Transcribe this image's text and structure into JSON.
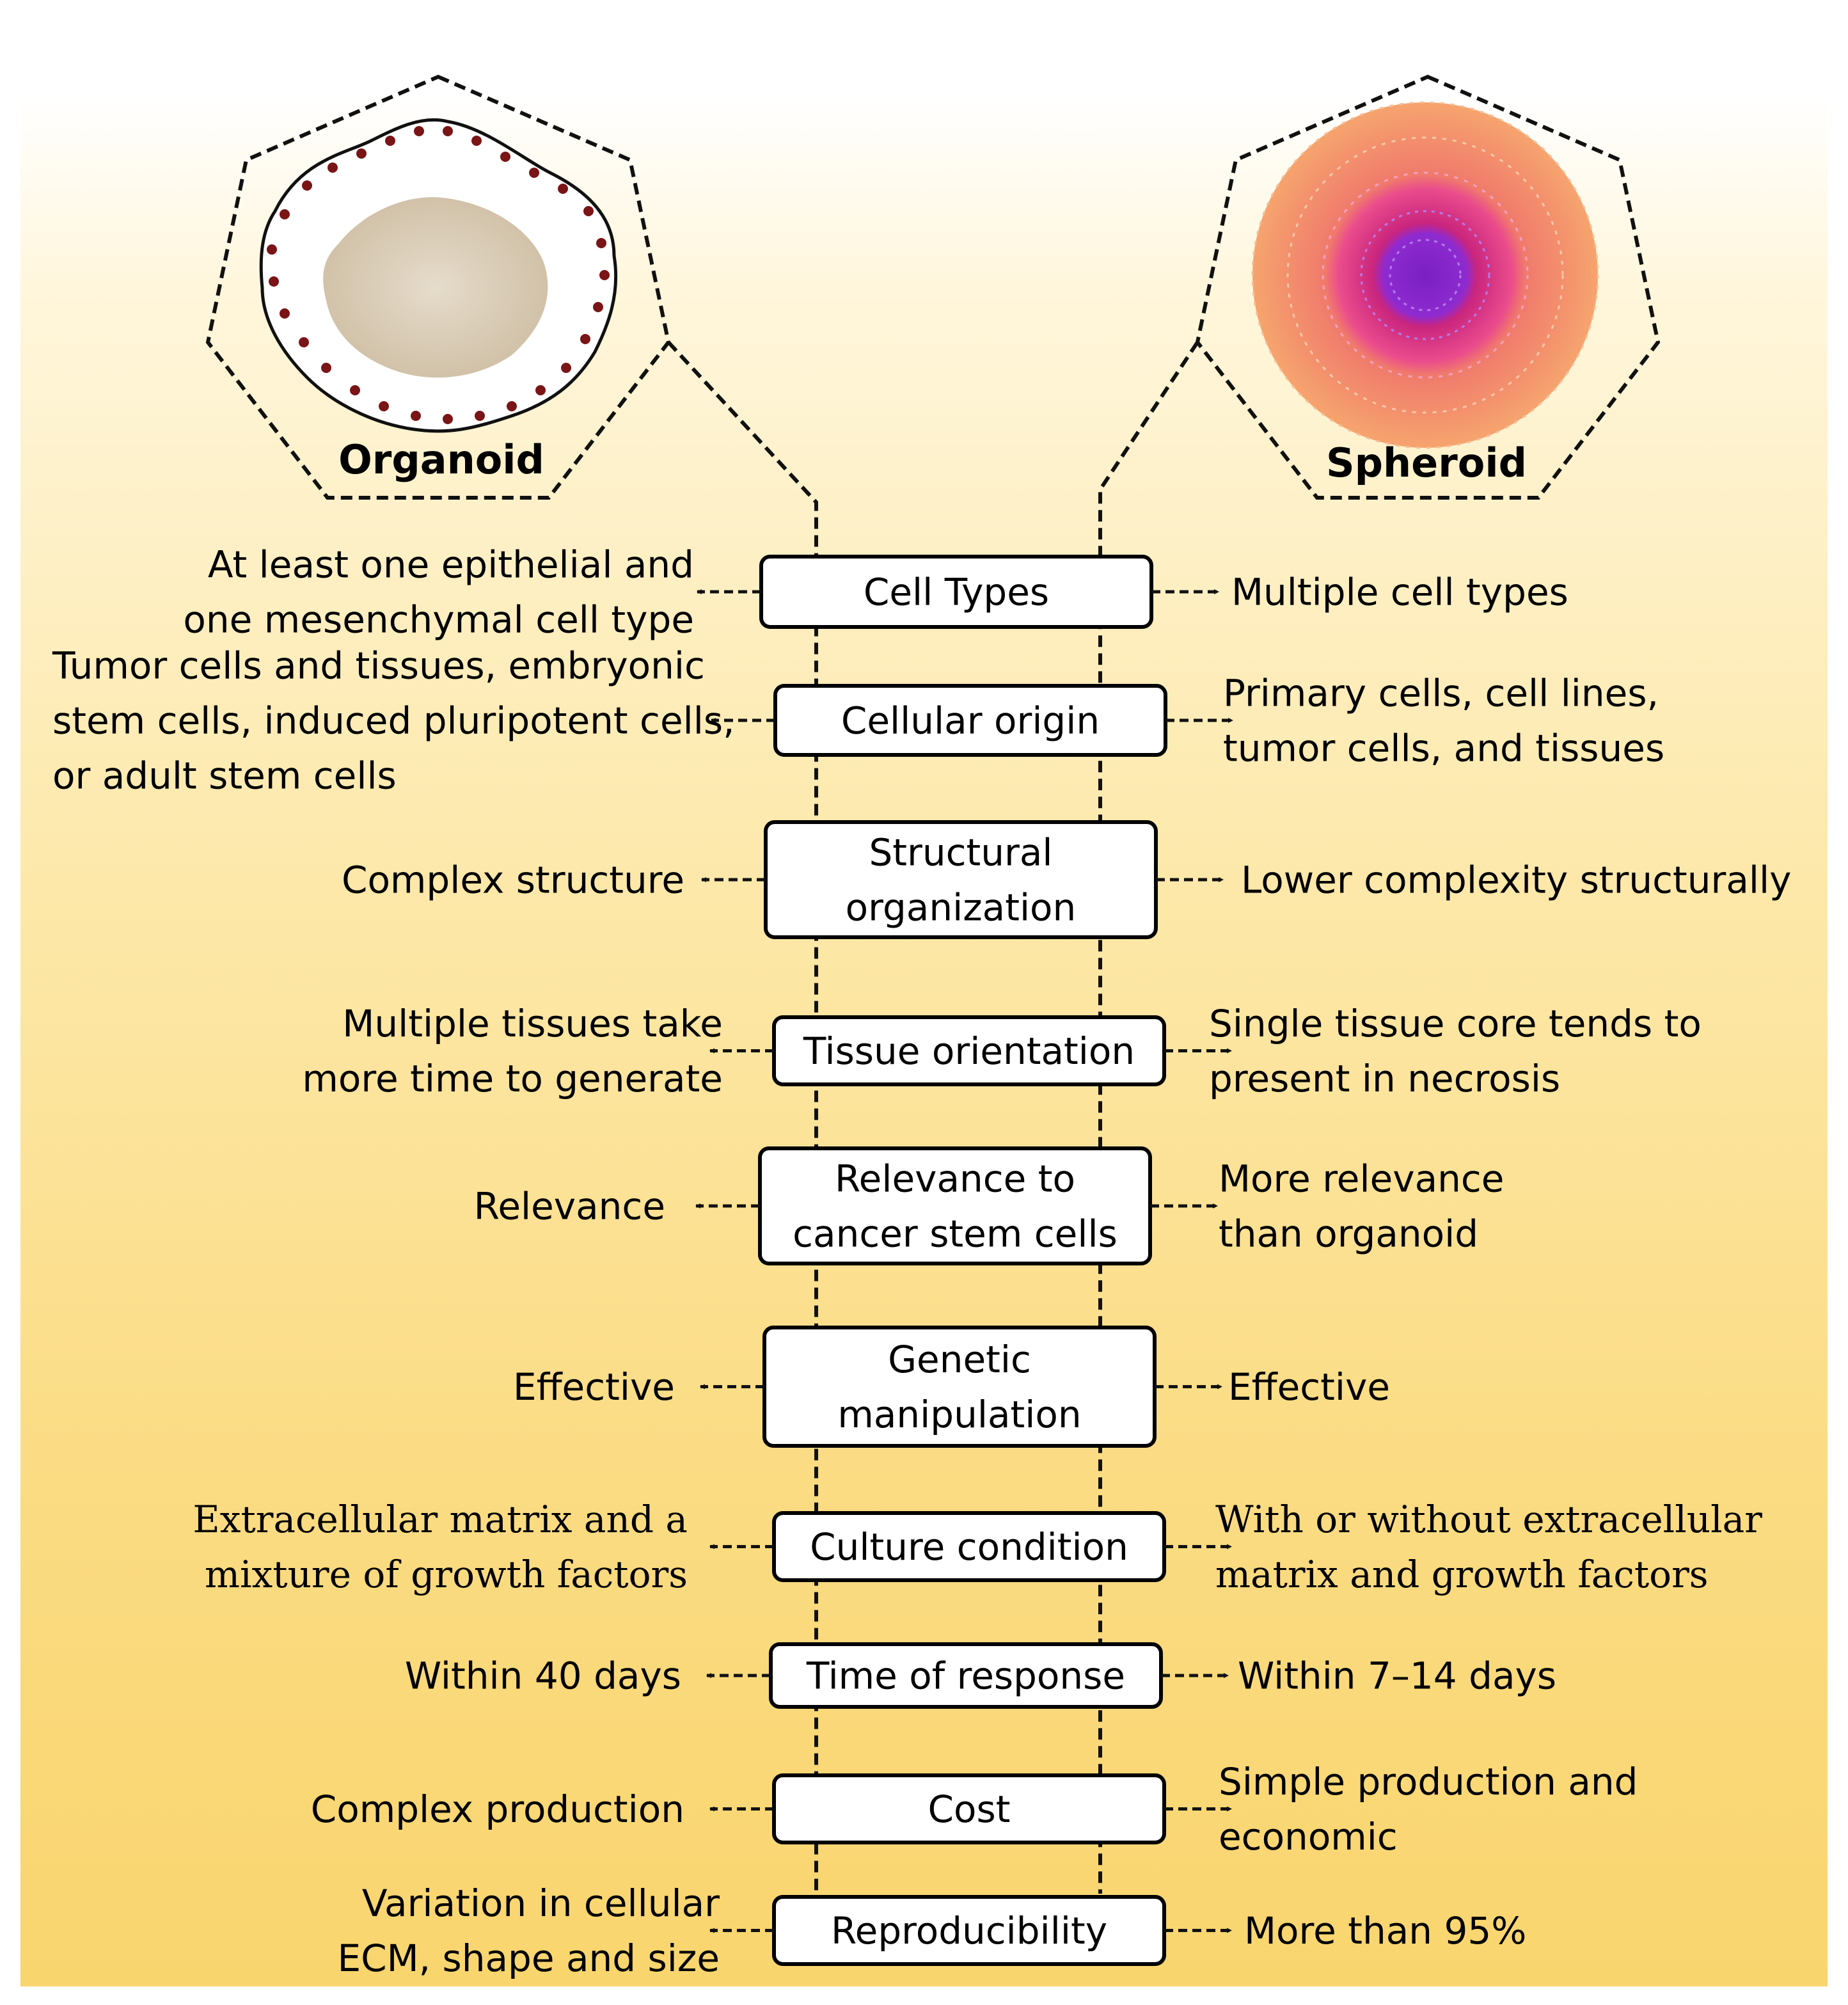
{
  "organoid_label": "Organoid",
  "spheroid_label": "Spheroid",
  "rows": [
    {
      "center": [
        "Cell Types"
      ],
      "left": [
        "At least one epithelial and",
        "one mesenchymal cell type"
      ],
      "right": [
        "Multiple cell types"
      ]
    },
    {
      "center": [
        "Cellular origin"
      ],
      "left": [
        "Tumor cells and tissues, embryonic",
        "stem cells, induced pluripotent cells,",
        "or adult stem cells"
      ],
      "right": [
        "Primary cells, cell lines,",
        "tumor cells, and tissues"
      ]
    },
    {
      "center": [
        "Structural",
        "organization"
      ],
      "left": [
        "Complex structure"
      ],
      "right": [
        "Lower complexity structurally"
      ]
    },
    {
      "center": [
        "Tissue orientation"
      ],
      "left": [
        "Multiple tissues take",
        "more time to generate"
      ],
      "right": [
        "Single tissue core tends to",
        "present in necrosis"
      ]
    },
    {
      "center": [
        "Relevance to",
        "cancer stem cells"
      ],
      "left": [
        "Relevance"
      ],
      "right": [
        "More relevance",
        "than organoid"
      ]
    },
    {
      "center": [
        "Genetic",
        "manipulation"
      ],
      "left": [
        "Effective"
      ],
      "right": [
        "Effective"
      ]
    },
    {
      "center": [
        "Culture condition"
      ],
      "left": [
        "Extracellular matrix and a",
        "mixture of growth factors"
      ],
      "right": [
        "With or without extracellular",
        "matrix and growth factors"
      ]
    },
    {
      "center": [
        "Time of response"
      ],
      "left": [
        "Within 40 days"
      ],
      "right": [
        "Within 7–14 days"
      ]
    },
    {
      "center": [
        "Cost"
      ],
      "left": [
        "Complex production"
      ],
      "right": [
        "Simple production and",
        "economic"
      ]
    },
    {
      "center": [
        "Reproducibility"
      ],
      "left": [
        "Variation in cellular",
        "ECM, shape and size"
      ],
      "right": [
        "More than 95%"
      ]
    }
  ]
}
